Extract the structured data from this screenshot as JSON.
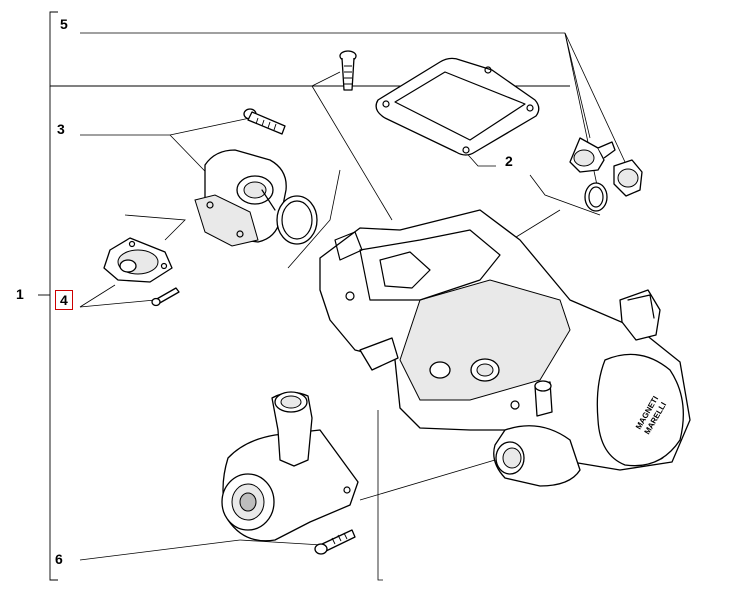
{
  "diagram": {
    "callouts": [
      {
        "id": "5",
        "label": "5",
        "highlighted": false
      },
      {
        "id": "3",
        "label": "3",
        "highlighted": false
      },
      {
        "id": "2",
        "label": "2",
        "highlighted": false
      },
      {
        "id": "1",
        "label": "1",
        "highlighted": false
      },
      {
        "id": "4",
        "label": "4",
        "highlighted": true
      },
      {
        "id": "6",
        "label": "6",
        "highlighted": false
      }
    ],
    "brand_text": {
      "line1": "MAGNETI",
      "line2": "MARELLI"
    },
    "highlight_color": "#cc0000"
  }
}
